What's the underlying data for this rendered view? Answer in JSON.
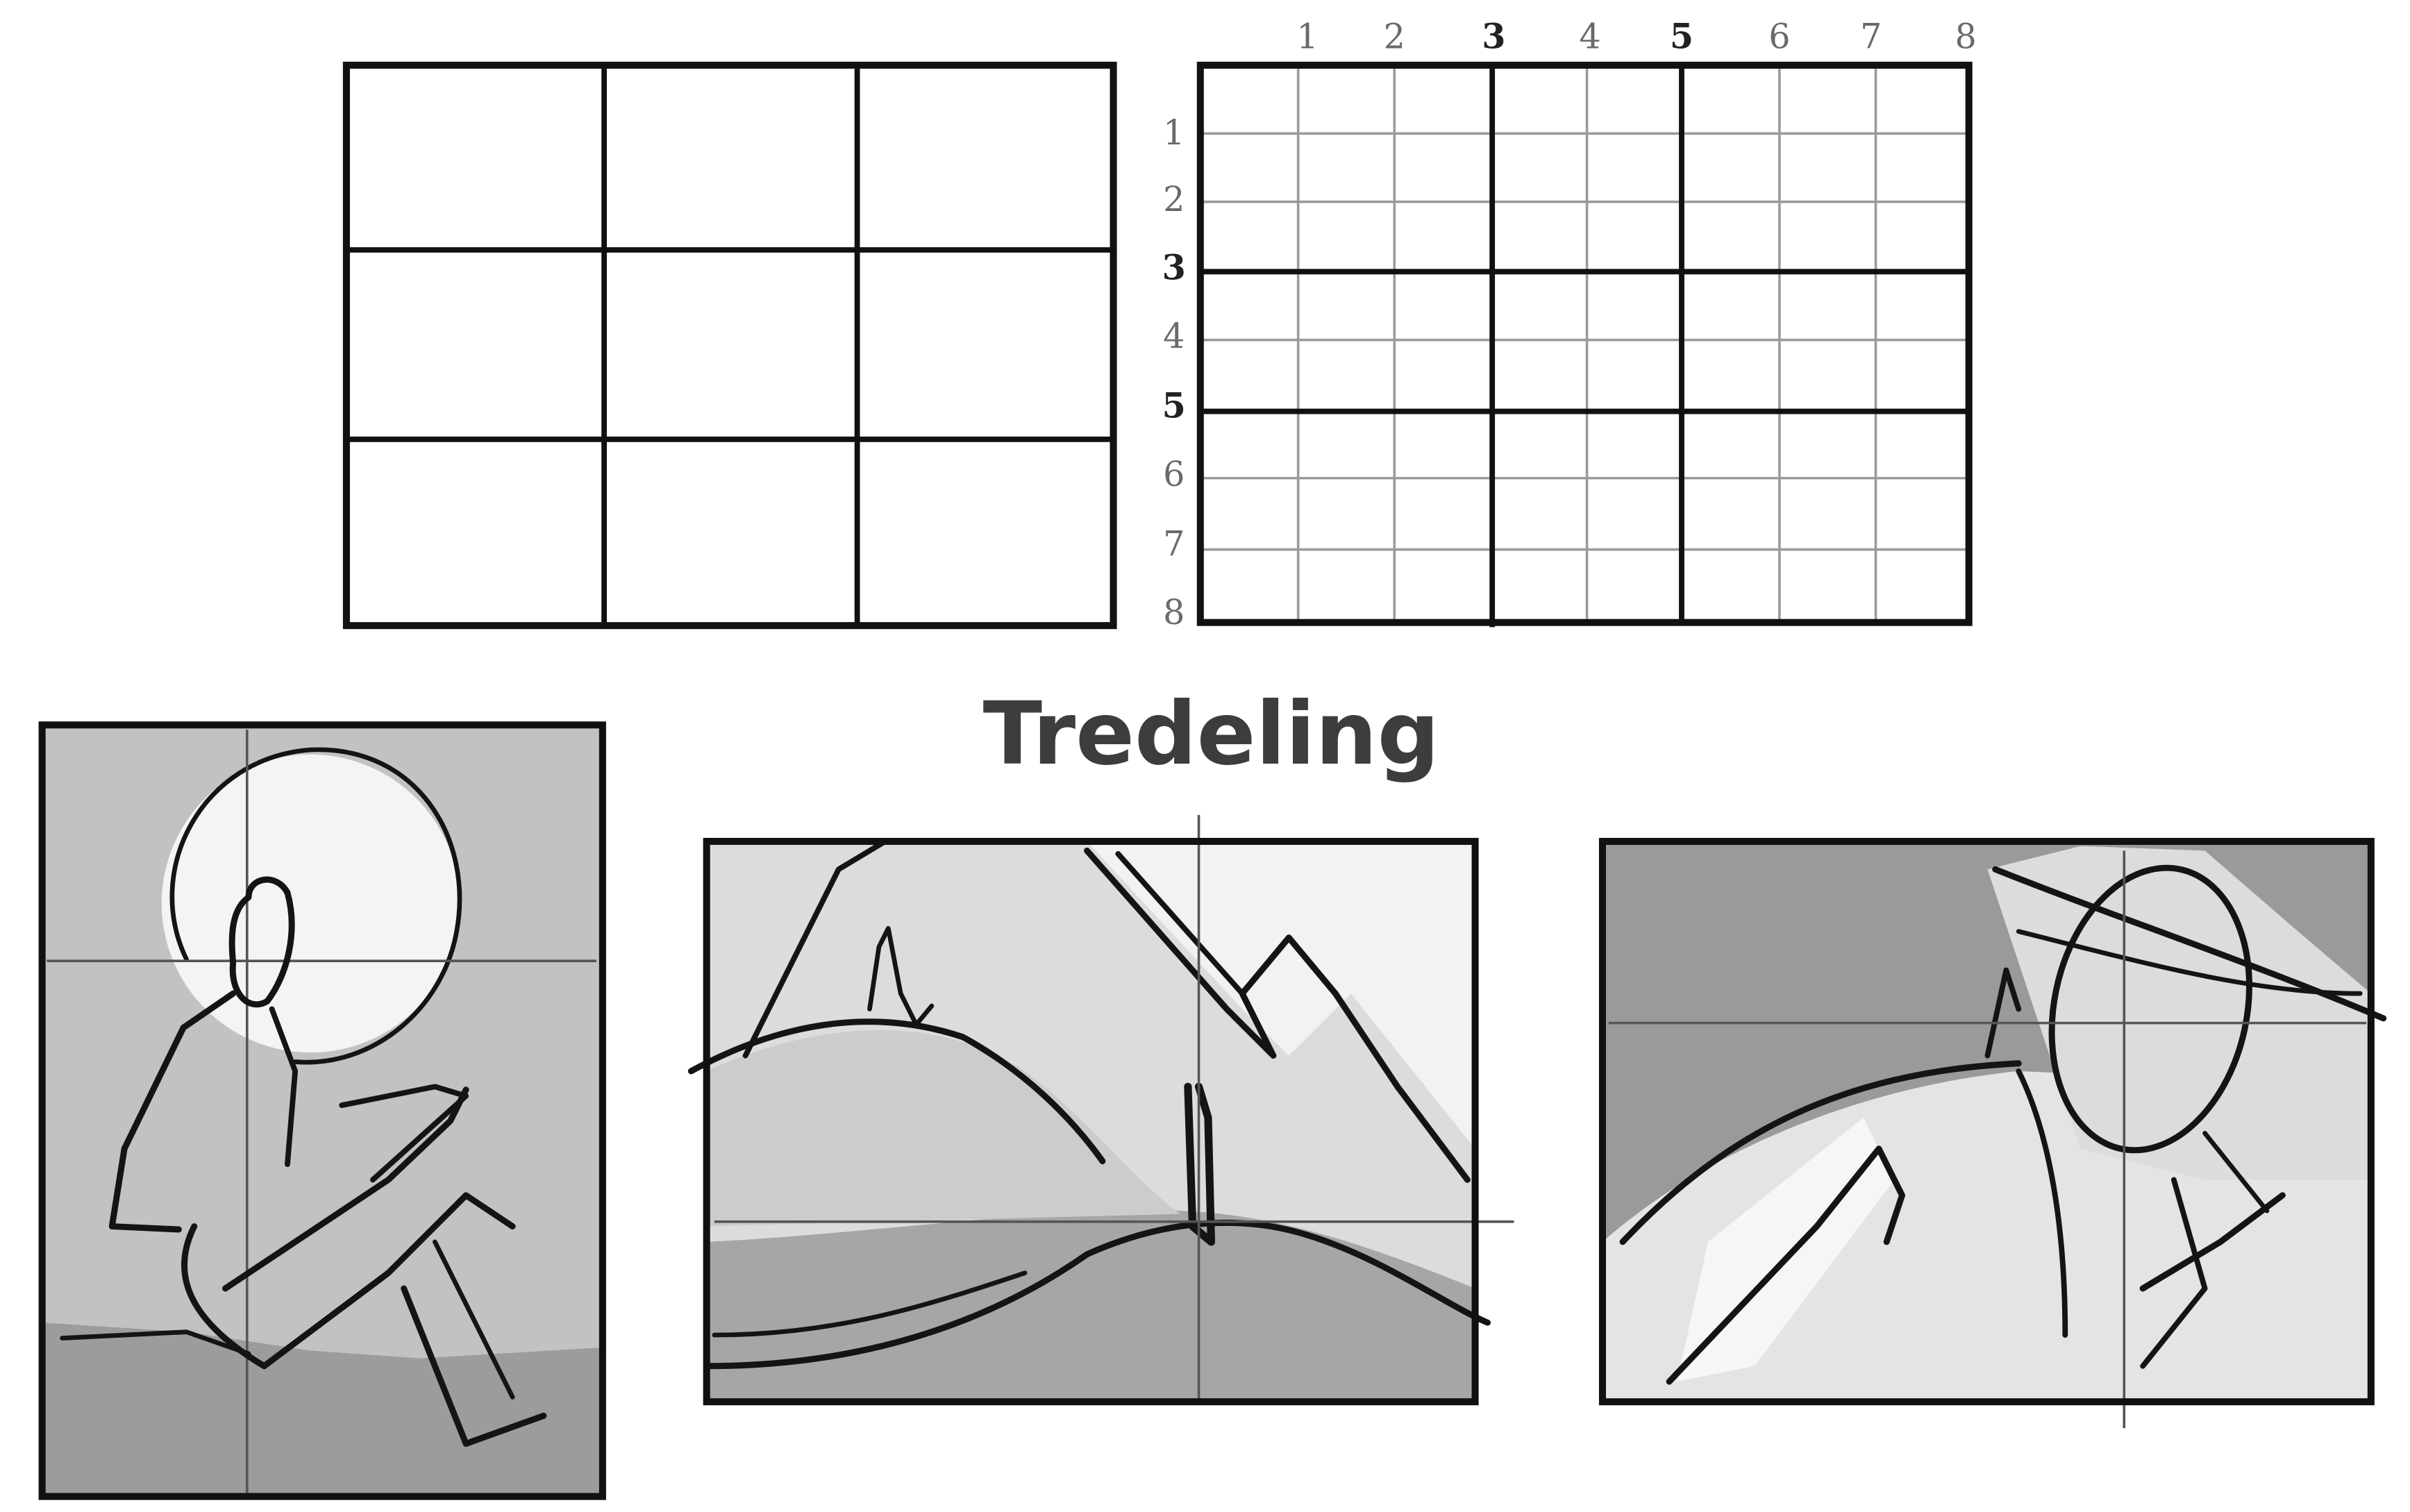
{
  "title": "Tredeling",
  "grid_left": {
    "rows": 3,
    "cols": 3
  },
  "grid_right": {
    "column_numbers": [
      "1",
      "2",
      "3",
      "4",
      "5",
      "6",
      "7",
      "8"
    ],
    "row_numbers": [
      "1",
      "2",
      "3",
      "4",
      "5",
      "6",
      "7",
      "8"
    ]
  },
  "sketches": [
    {
      "name": "sketch-figure-moon"
    },
    {
      "name": "sketch-mountains-lighthouse"
    },
    {
      "name": "sketch-rider-closeup"
    }
  ],
  "colors": {
    "frame": "#111111",
    "sketch_gray": "#bdbdbd",
    "sketch_light": "#dedede",
    "sketch_dark": "#8e8e8e",
    "title": "#3d3d3d"
  }
}
